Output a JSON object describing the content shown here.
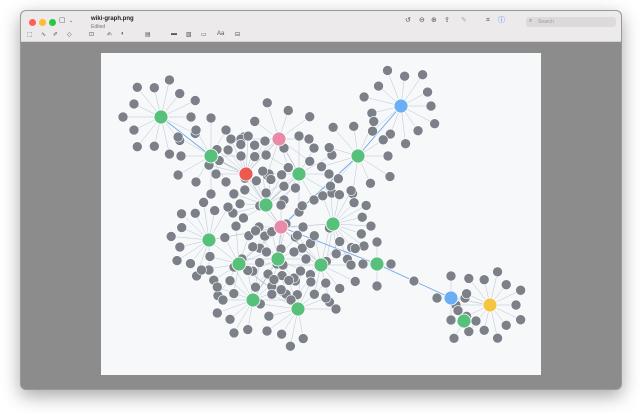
{
  "window": {
    "filename": "wiki-graph.png",
    "status": "Edited",
    "search_placeholder": "Search"
  },
  "toolbar_icons": [
    "sidebar-toggle-icon",
    "chevron-down-icon",
    "rotate-icon",
    "zoom-out-icon",
    "zoom-in-icon",
    "share-icon",
    "markup-pen-icon",
    "crop-icon",
    "info-icon"
  ],
  "markup_icons": [
    "selection-icon",
    "sketch-icon",
    "draw-icon",
    "shapes-icon",
    "text-box-icon",
    "sign-icon",
    "adjust-color-icon",
    "shape-style-icon",
    "border-color-icon",
    "fill-color-icon",
    "text-style-icon",
    "description-icon"
  ],
  "colors": {
    "node_gray": "#7b8089",
    "node_green": "#57c17b",
    "node_pink": "#e98aa8",
    "node_red": "#ec5a4f",
    "node_blue": "#6aaef3",
    "node_yellow": "#f5c542",
    "edge": "#a8b6c7",
    "edge_blue": "#6ca7e8",
    "canvas_bg": "#f6f8fa"
  },
  "graph": {
    "hubs": [
      {
        "id": "h1",
        "color": "green",
        "sats": 14
      },
      {
        "id": "h2",
        "color": "blue",
        "sats": 13
      },
      {
        "id": "h3",
        "color": "green",
        "sats": 12
      },
      {
        "id": "h4",
        "color": "pink",
        "sats": 10
      },
      {
        "id": "h5",
        "color": "red",
        "sats": 10
      },
      {
        "id": "h6",
        "color": "green",
        "sats": 12
      },
      {
        "id": "h7",
        "color": "green",
        "sats": 11
      },
      {
        "id": "h8",
        "color": "green",
        "sats": 12
      },
      {
        "id": "h9",
        "color": "pink",
        "sats": 8
      },
      {
        "id": "h10",
        "color": "green",
        "sats": 12
      },
      {
        "id": "h11",
        "color": "green",
        "sats": 14
      },
      {
        "id": "h12",
        "color": "green",
        "sats": 12
      },
      {
        "id": "h13",
        "color": "green",
        "sats": 14
      },
      {
        "id": "h14",
        "color": "green",
        "sats": 14
      },
      {
        "id": "h15",
        "color": "green",
        "sats": 14
      },
      {
        "id": "h16",
        "color": "green",
        "sats": 14
      },
      {
        "id": "h17",
        "color": "green",
        "sats": 4
      },
      {
        "id": "h18",
        "color": "blue",
        "sats": 4
      },
      {
        "id": "h19",
        "color": "yellow",
        "sats": 14
      },
      {
        "id": "h20",
        "color": "green",
        "sats": 3
      },
      {
        "id": "h21",
        "color": "gray",
        "sats": 0
      }
    ],
    "edges": [
      [
        "h1",
        "h3"
      ],
      [
        "h2",
        "h7"
      ],
      [
        "h3",
        "h5"
      ],
      [
        "h4",
        "h5"
      ],
      [
        "h4",
        "h6"
      ],
      [
        "h5",
        "h8"
      ],
      [
        "h6",
        "h8"
      ],
      [
        "h7",
        "h9"
      ],
      [
        "h8",
        "h9"
      ],
      [
        "h9",
        "h10"
      ],
      [
        "h9",
        "h11"
      ],
      [
        "h9",
        "h12"
      ],
      [
        "h9",
        "h13"
      ],
      [
        "h9",
        "h14"
      ],
      [
        "h13",
        "h15"
      ],
      [
        "h12",
        "h16"
      ],
      [
        "h9",
        "h17"
      ],
      [
        "h17",
        "h21"
      ],
      [
        "h21",
        "h18"
      ],
      [
        "h18",
        "h19"
      ],
      [
        "h18",
        "h20"
      ]
    ]
  }
}
